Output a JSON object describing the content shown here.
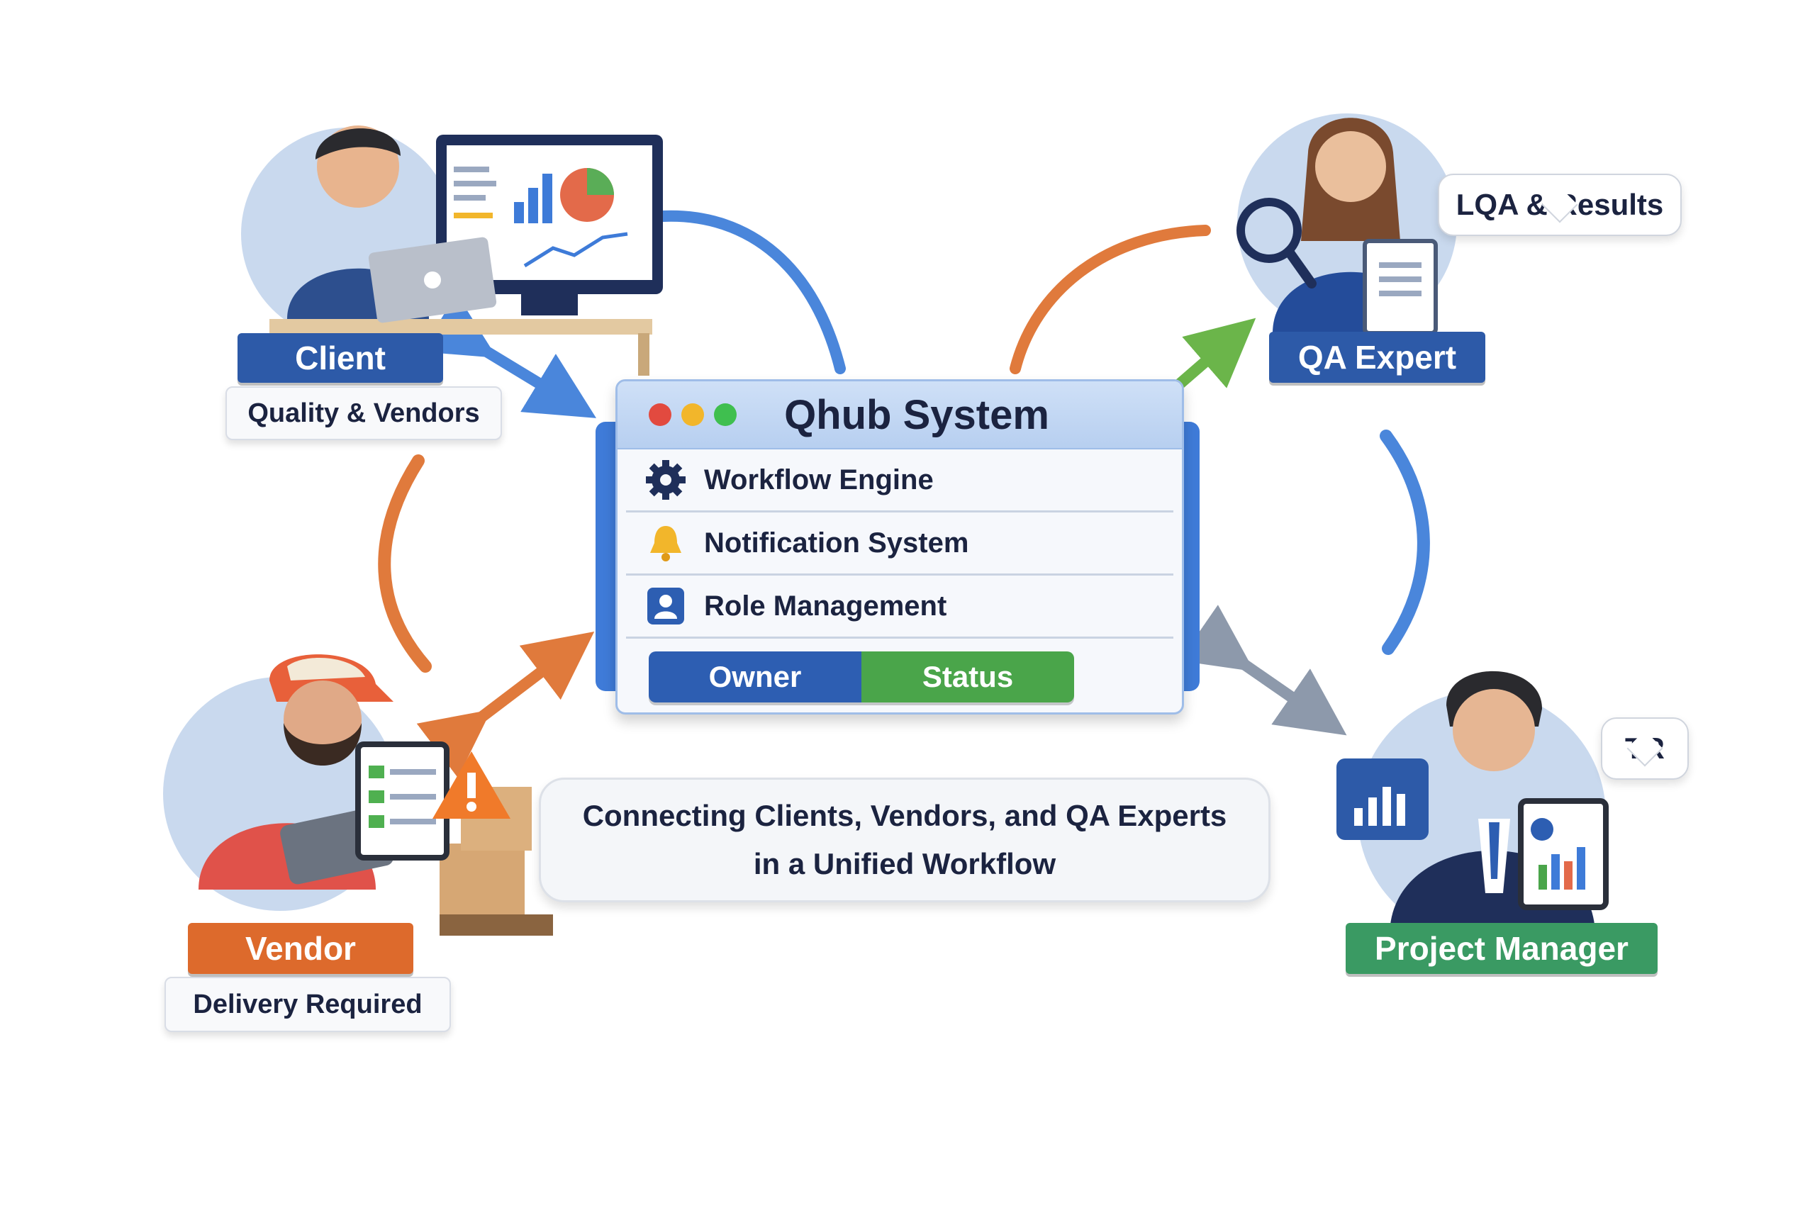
{
  "system": {
    "title": "Qhub System",
    "window_dots": [
      "#e24a3f",
      "#f2b62b",
      "#3fbf4f"
    ],
    "features": [
      {
        "label": "Workflow Engine",
        "icon": "gear-icon"
      },
      {
        "label": "Notification System",
        "icon": "bell-icon"
      },
      {
        "label": "Role Management",
        "icon": "user-icon"
      }
    ],
    "owner_label": "Owner",
    "status_label": "Status"
  },
  "roles": {
    "client": {
      "label": "Client",
      "subtitle": "Quality & Vendors",
      "color": "#2d5aa8"
    },
    "qa_expert": {
      "label": "QA Expert",
      "bubble": "LQA & Results",
      "color": "#2d5aa8"
    },
    "vendor": {
      "label": "Vendor",
      "subtitle": "Delivery Required",
      "color": "#dd6a2c"
    },
    "project_manager": {
      "label": "Project Manager",
      "bubble": "TR",
      "color": "#3a9a63"
    }
  },
  "tagline": {
    "line1": "Connecting Clients, Vendors, and QA Experts",
    "line2": "in a Unified Workflow"
  },
  "colors": {
    "blue_arc": "#4a86db",
    "orange_arc": "#e07a3c",
    "green_arrow": "#6bb54a",
    "gray_arrow": "#8d99ab",
    "owner": "#2d5eb2",
    "status": "#4aa54a"
  }
}
